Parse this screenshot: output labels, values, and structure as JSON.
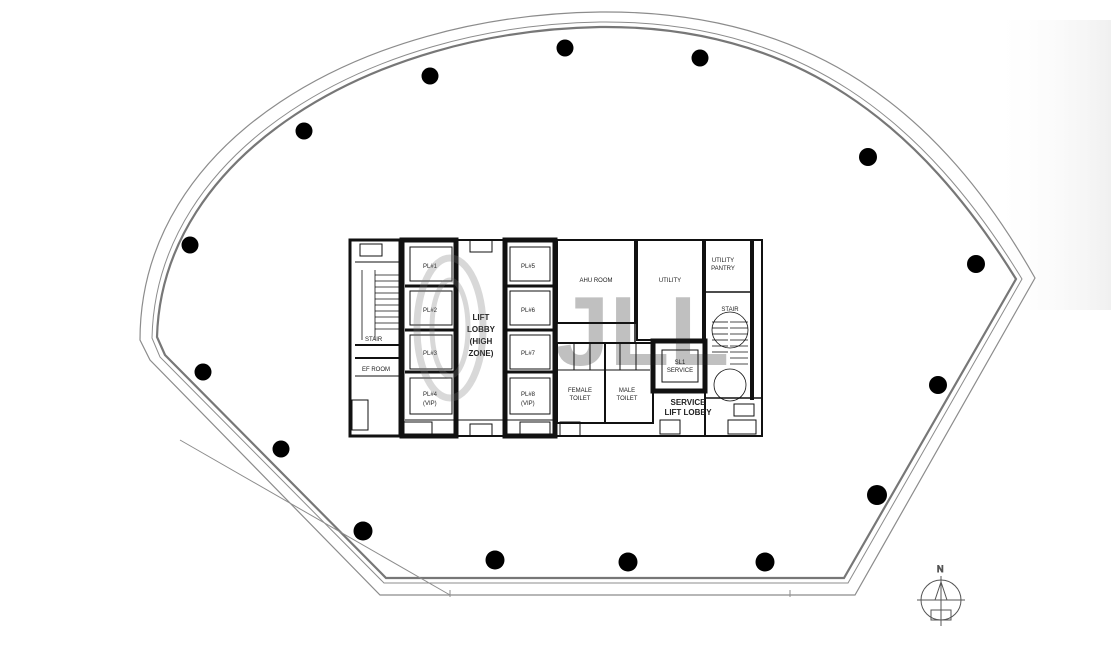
{
  "plan": {
    "lift_lobby": {
      "line1": "LIFT",
      "line2": "LOBBY",
      "line3": "(HIGH",
      "line4": "ZONE)"
    },
    "lifts": {
      "left": [
        "PL#1",
        "PL#2",
        "PL#3",
        "PL#4"
      ],
      "left_sub": [
        "",
        "",
        "",
        "(VIP)"
      ],
      "right": [
        "PL#5",
        "PL#6",
        "PL#7",
        "PL#8"
      ],
      "right_sub": [
        "",
        "",
        "",
        "(VIP)"
      ]
    },
    "rooms": {
      "ahu": "AHU ROOM",
      "utility": "UTILITY",
      "utility_pantry_1": "UTILITY",
      "utility_pantry_2": "PANTRY",
      "stair_left": "STAIR",
      "stair_right": "STAIR",
      "ef_room": "EF ROOM",
      "female_toilet_1": "FEMALE",
      "female_toilet_2": "TOILET",
      "male_toilet_1": "MALE",
      "male_toilet_2": "TOILET",
      "service_lobby_1": "SERVICE",
      "service_lobby_2": "LIFT LOBBY",
      "service_lift_1": "SL1",
      "service_lift_2": "SERVICE"
    },
    "compass": {
      "north": "N"
    },
    "watermark": "JLL",
    "colors": {
      "column": "#000000",
      "wall": "#111111",
      "outline": "#9a9a9a"
    }
  }
}
